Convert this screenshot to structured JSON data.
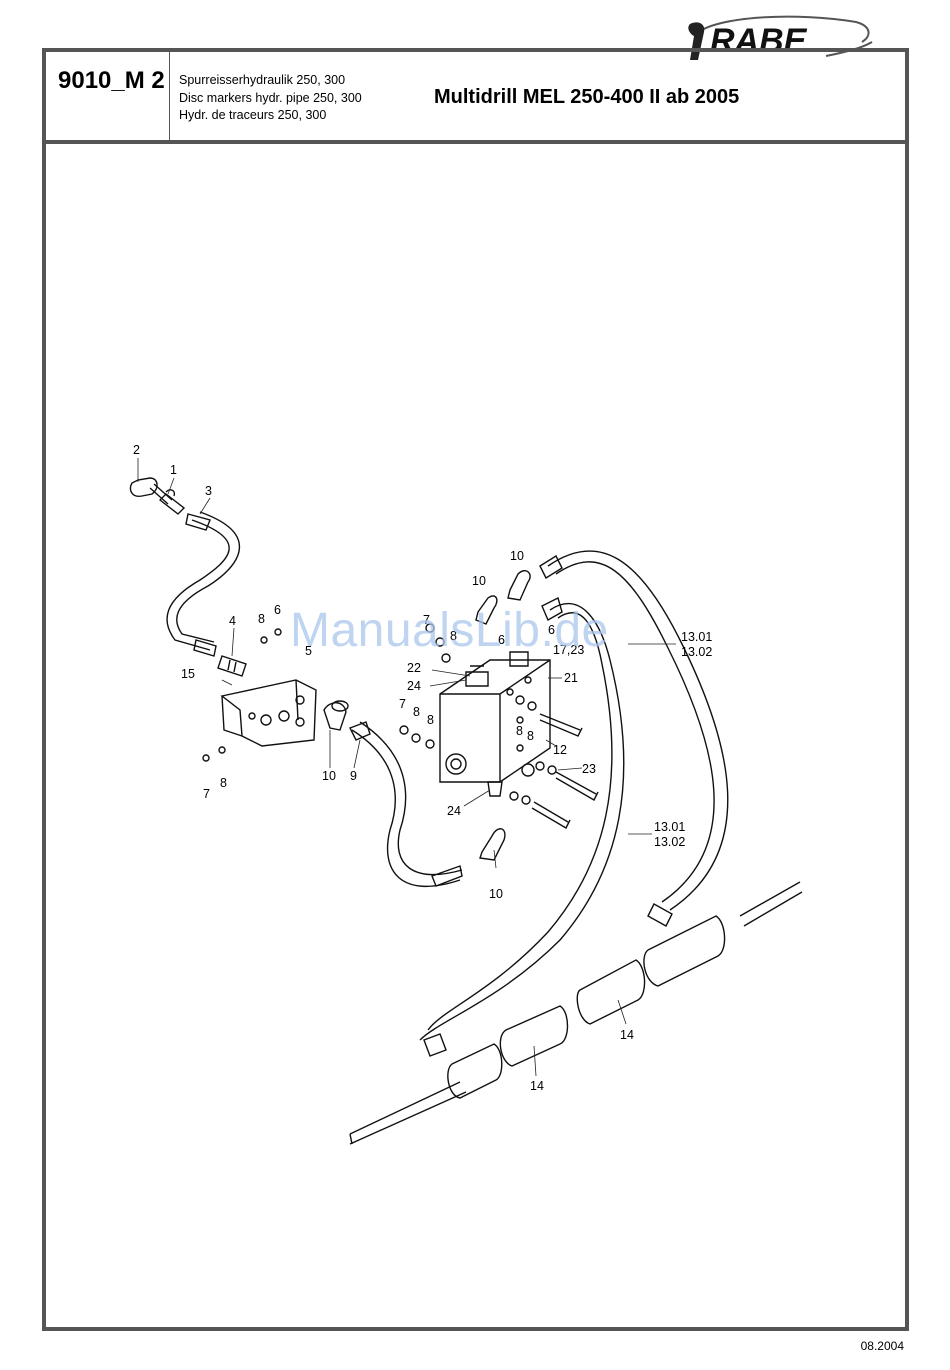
{
  "brand": {
    "name": "RABE",
    "accent": "#555555"
  },
  "header": {
    "part_code": "9010_M 2",
    "subtitles": [
      "Spurreisserhydraulik 250, 300",
      "Disc markers hydr. pipe 250, 300",
      "Hydr. de traceurs 250, 300"
    ],
    "title": "Multidrill MEL 250-400 II ab 2005"
  },
  "watermark": "ManualsLib.de",
  "footer": {
    "date": "08.2004"
  },
  "callouts": [
    {
      "id": "c1",
      "text": "2"
    },
    {
      "id": "c2",
      "text": "1"
    },
    {
      "id": "c3",
      "text": "3"
    },
    {
      "id": "c4",
      "text": "10"
    },
    {
      "id": "c5",
      "text": "10"
    },
    {
      "id": "c6",
      "text": "7"
    },
    {
      "id": "c7",
      "text": "8"
    },
    {
      "id": "c8",
      "text": "6"
    },
    {
      "id": "c9",
      "text": "6"
    },
    {
      "id": "c10",
      "text": "4"
    },
    {
      "id": "c11",
      "text": "8"
    },
    {
      "id": "c12",
      "text": "6"
    },
    {
      "id": "c13",
      "text": "5"
    },
    {
      "id": "c14",
      "text": "17,23"
    },
    {
      "id": "c15",
      "text": "13.01"
    },
    {
      "id": "c16",
      "text": "13.02"
    },
    {
      "id": "c17",
      "text": "15"
    },
    {
      "id": "c18",
      "text": "22"
    },
    {
      "id": "c19",
      "text": "24"
    },
    {
      "id": "c20",
      "text": "21"
    },
    {
      "id": "c21",
      "text": "7"
    },
    {
      "id": "c22",
      "text": "8"
    },
    {
      "id": "c23",
      "text": "8"
    },
    {
      "id": "c24",
      "text": "8"
    },
    {
      "id": "c25",
      "text": "8"
    },
    {
      "id": "c26",
      "text": "10"
    },
    {
      "id": "c27",
      "text": "9"
    },
    {
      "id": "c28",
      "text": "12"
    },
    {
      "id": "c29",
      "text": "23"
    },
    {
      "id": "c30",
      "text": "7"
    },
    {
      "id": "c31",
      "text": "8"
    },
    {
      "id": "c32",
      "text": "24"
    },
    {
      "id": "c33",
      "text": "13.01"
    },
    {
      "id": "c34",
      "text": "13.02"
    },
    {
      "id": "c35",
      "text": "10"
    },
    {
      "id": "c36",
      "text": "14"
    },
    {
      "id": "c37",
      "text": "14"
    }
  ]
}
